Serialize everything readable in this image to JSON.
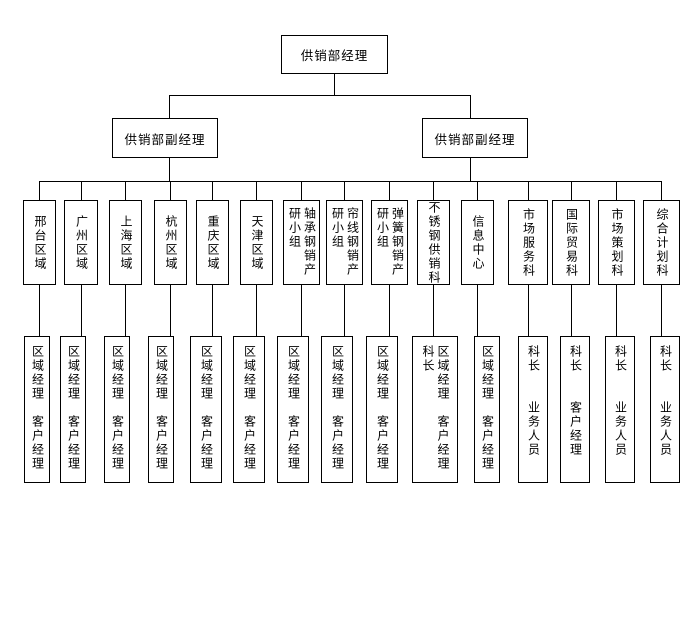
{
  "org_chart": {
    "type": "org-tree",
    "root": {
      "label": "供销部经理"
    },
    "deputies": [
      {
        "label": "供销部副经理"
      },
      {
        "label": "供销部副经理"
      }
    ],
    "departments": [
      {
        "name": "邢台区域",
        "lines": [
          "邢台区域"
        ]
      },
      {
        "name": "广州区域",
        "lines": [
          "广州区域"
        ]
      },
      {
        "name": "上海区域",
        "lines": [
          "上海区域"
        ]
      },
      {
        "name": "杭州区域",
        "lines": [
          "杭州区域"
        ]
      },
      {
        "name": "重庆区域",
        "lines": [
          "重庆区域"
        ]
      },
      {
        "name": "天津区域",
        "lines": [
          "天津区域"
        ]
      },
      {
        "name": "轴承钢销产研小组",
        "lines": [
          "轴承钢销产",
          "研小组"
        ]
      },
      {
        "name": "帘线钢销产研小组",
        "lines": [
          "帘线钢销产",
          "研小组"
        ]
      },
      {
        "name": "弹簧钢销产研小组",
        "lines": [
          "弹簧钢销产",
          "研小组"
        ]
      },
      {
        "name": "不锈钢供销科",
        "lines": [
          "不锈钢供销科"
        ]
      },
      {
        "name": "信息中心",
        "lines": [
          "信息中心"
        ]
      },
      {
        "name": "市场服务科",
        "lines": [
          "市场服务科"
        ]
      },
      {
        "name": "国际贸易科",
        "lines": [
          "国际贸易科"
        ]
      },
      {
        "name": "市场策划科",
        "lines": [
          "市场策划科"
        ]
      },
      {
        "name": "综合计划科",
        "lines": [
          "综合计划科"
        ]
      }
    ],
    "staff": [
      {
        "lines": [
          "区域经理　客户经理"
        ]
      },
      {
        "lines": [
          "区域经理　客户经理"
        ]
      },
      {
        "lines": [
          "区域经理　客户经理"
        ]
      },
      {
        "lines": [
          "区域经理　客户经理"
        ]
      },
      {
        "lines": [
          "区域经理　客户经理"
        ]
      },
      {
        "lines": [
          "区域经理　客户经理"
        ]
      },
      {
        "lines": [
          "区域经理　客户经理"
        ]
      },
      {
        "lines": [
          "区域经理　客户经理"
        ]
      },
      {
        "lines": [
          "区域经理　客户经理"
        ]
      },
      {
        "lines": [
          "区域经理　客户经理",
          "科长"
        ]
      },
      {
        "lines": [
          "区域经理　客户经理"
        ]
      },
      {
        "lines": [
          "科长　　业务人员"
        ]
      },
      {
        "lines": [
          "科长　　客户经理"
        ]
      },
      {
        "lines": [
          "科长　　业务人员"
        ]
      },
      {
        "lines": [
          "科长　　业务人员"
        ]
      }
    ],
    "colors": {
      "background": "#ffffff",
      "line": "#000000",
      "box_border": "#000000",
      "text": "#000000"
    }
  }
}
